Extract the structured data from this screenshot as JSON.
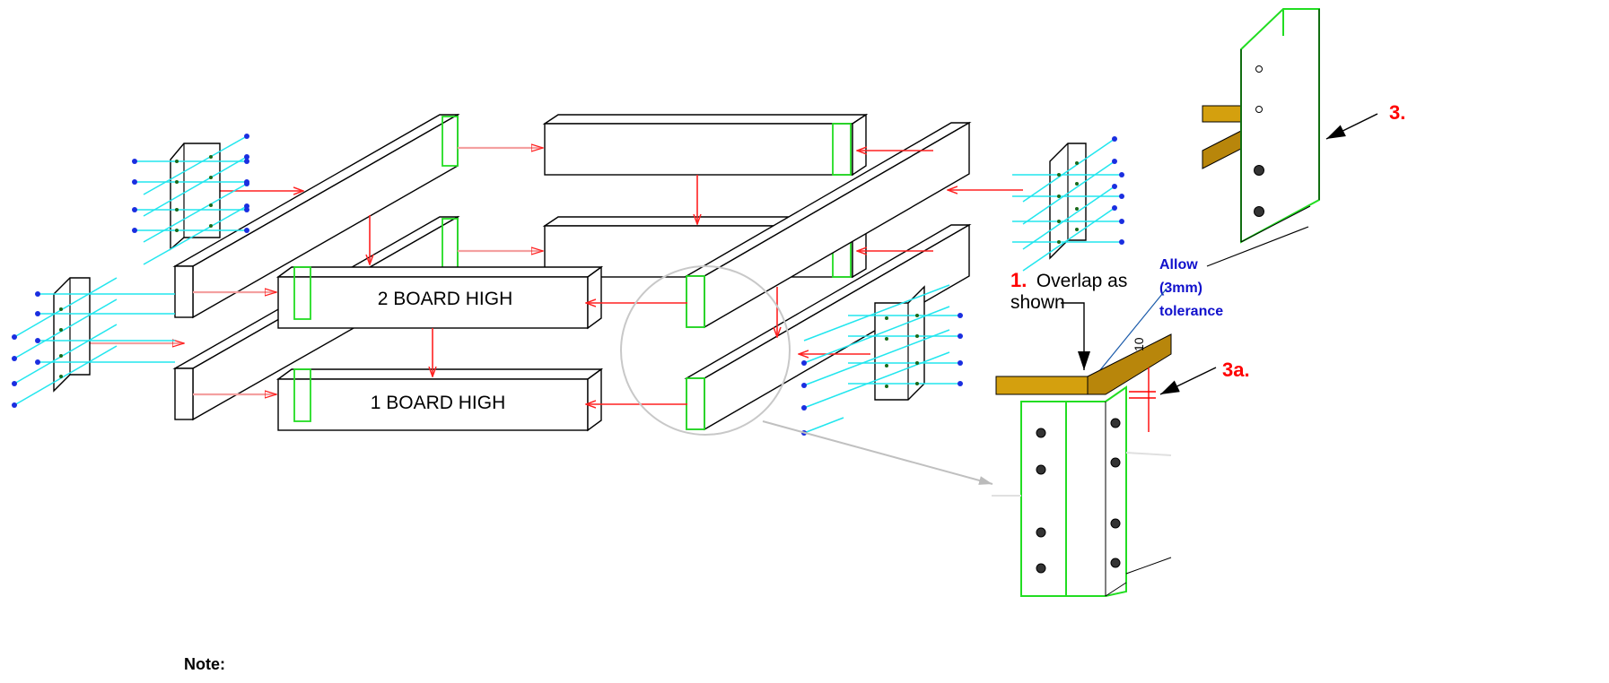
{
  "labels": {
    "board_2": "2 BOARD HIGH",
    "board_1": "1 BOARD HIGH"
  },
  "callouts": {
    "overlap_num": "1.",
    "overlap_text_1": "Overlap as",
    "overlap_text_2": "shown",
    "allow_1": "Allow",
    "allow_2": "(3mm)",
    "allow_3": "tolerance",
    "ref_3": "3.",
    "ref_3a": "3a.",
    "dim_10": "10"
  },
  "note": "Note:",
  "colors": {
    "arrow": "#ff2020",
    "guide": "#22e6ee",
    "plate": "#22dd22",
    "screw": "#1a2ee0",
    "timber": "#d4a00e",
    "allow_text": "#1010cc"
  },
  "icons": [
    "screw-icon",
    "bracket-plate-icon",
    "arrow-icon"
  ]
}
